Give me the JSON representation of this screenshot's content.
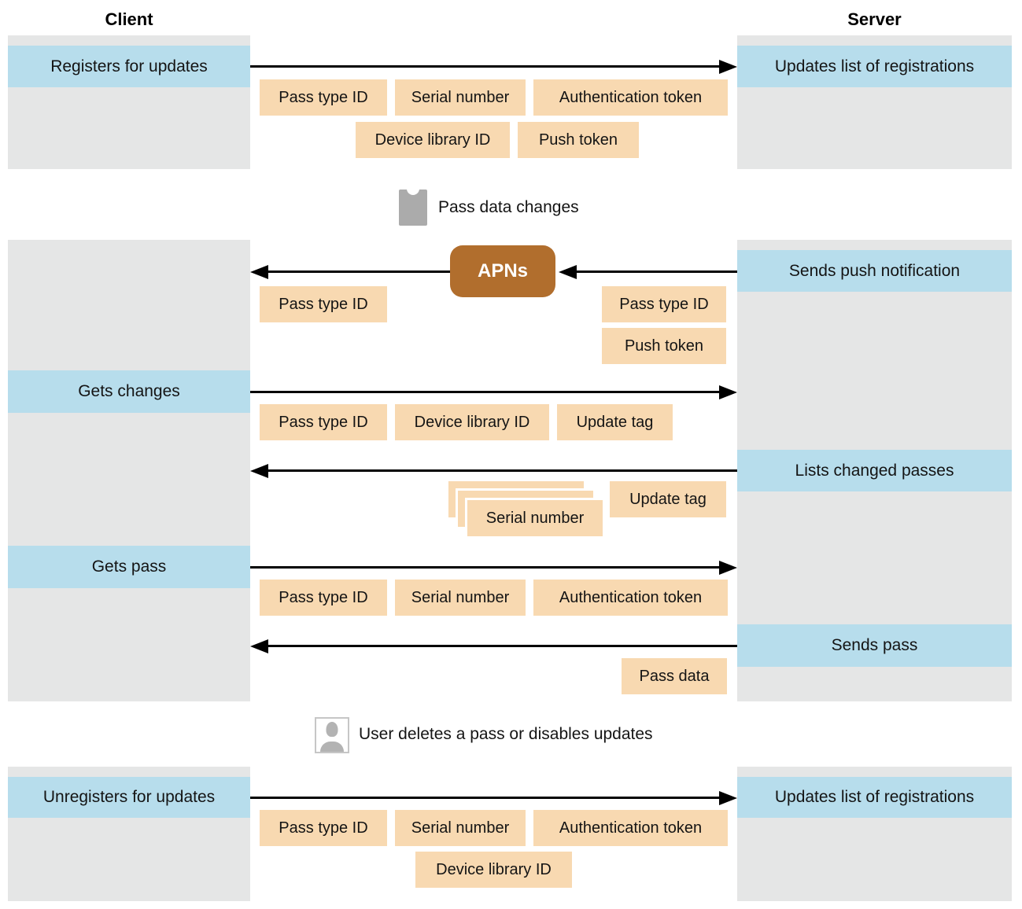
{
  "headers": {
    "client": "Client",
    "server": "Server"
  },
  "bands": {
    "registers_for_updates": "Registers for updates",
    "updates_list_of_registrations_top": "Updates list of registrations",
    "sends_push_notification": "Sends push notification",
    "gets_changes": "Gets changes",
    "lists_changed_passes": "Lists changed passes",
    "gets_pass": "Gets pass",
    "sends_pass": "Sends pass",
    "unregisters_for_updates": "Unregisters for updates",
    "updates_list_of_registrations_bottom": "Updates list of registrations"
  },
  "params": {
    "pass_type_id": "Pass type ID",
    "serial_number": "Serial number",
    "authentication_token": "Authentication token",
    "device_library_id": "Device library ID",
    "push_token": "Push token",
    "update_tag": "Update tag",
    "pass_data": "Pass data"
  },
  "apns_label": "APNs",
  "notes": {
    "pass_data_changes": "Pass data changes",
    "user_deletes": "User deletes a pass or disables updates"
  },
  "colors": {
    "column_gray": "#E5E6E6",
    "band_blue": "#B7DDEC",
    "param_orange": "#F8D9B1",
    "apns_brown": "#B16E2D",
    "arrow_black": "#000000",
    "icon_gray": "#ABABAB"
  }
}
